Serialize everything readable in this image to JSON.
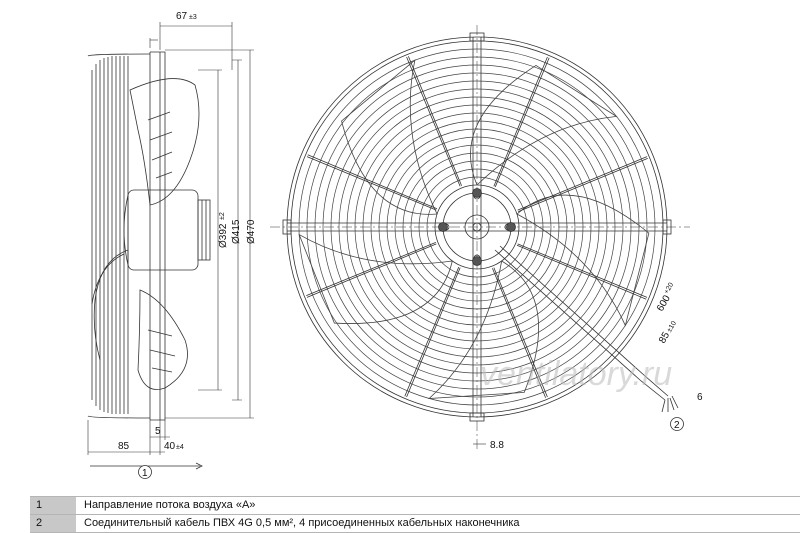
{
  "drawing": {
    "dimensions": {
      "depth_top": "67",
      "depth_top_tol": "±3",
      "d1": "Ø392",
      "d1_tol": "±2",
      "d2": "Ø415",
      "d3": "Ø470",
      "left_85": "85",
      "val_5": "5",
      "val_40": "40",
      "val_40_tol": "±4",
      "hole_8_8": "8.8",
      "cable_600": "600",
      "cable_600_tol": "+20",
      "cable_85": "85",
      "cable_85_tol": "±10",
      "wire_6": "6"
    },
    "callouts": {
      "c1": "1",
      "c2": "2"
    },
    "watermark": "ventilatory.ru"
  },
  "legend": [
    {
      "num": "1",
      "text": "Направление потока воздуха «А»"
    },
    {
      "num": "2",
      "text": "Соединительный кабель ПВХ 4G 0,5 мм², 4 присоединенных кабельных наконечника"
    }
  ]
}
